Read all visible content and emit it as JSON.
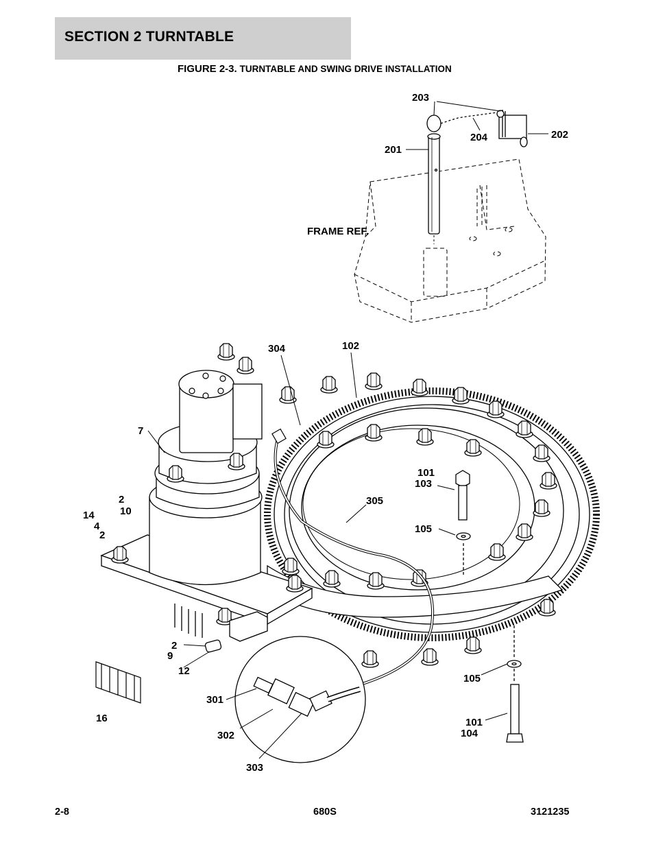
{
  "header": {
    "section": "SECTION 2   TURNTABLE",
    "figure_label": "FIGURE 2-3.",
    "figure_title": "TURNTABLE AND SWING DRIVE INSTALLATION"
  },
  "frame_ref": "FRAME REF.",
  "callouts": {
    "c203": "203",
    "c204": "204",
    "c202": "202",
    "c201": "201",
    "c304": "304",
    "c102": "102",
    "c7": "7",
    "c101a": "101",
    "c103": "103",
    "c305": "305",
    "c2a": "2",
    "c10": "10",
    "c14": "14",
    "c4": "4",
    "c2b": "2",
    "c105a": "105",
    "c2c": "2",
    "c9": "9",
    "c12": "12",
    "c16": "16",
    "c105b": "105",
    "c301": "301",
    "c302": "302",
    "c303": "303",
    "c101b": "101",
    "c104": "104"
  },
  "footer": {
    "page": "2-8",
    "model": "680S",
    "doc_number": "3121235"
  }
}
